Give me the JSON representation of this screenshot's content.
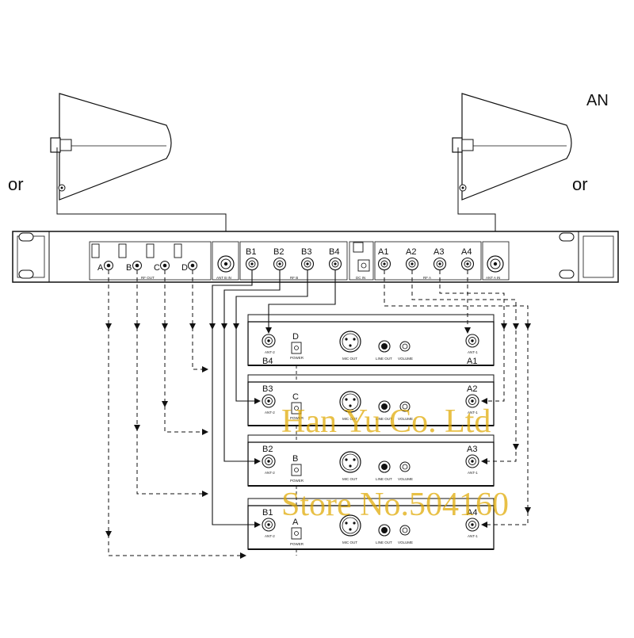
{
  "annotations": {
    "or_left": "or",
    "or_right": "or",
    "ant_cutoff": "AN"
  },
  "rack": {
    "rf_out_ports": [
      {
        "label": "A"
      },
      {
        "label": "B"
      },
      {
        "label": "C"
      },
      {
        "label": "D"
      }
    ],
    "rf_out_caption": "RF OUT",
    "ant_b_in_caption": "ANT B IN",
    "b_ports": [
      {
        "label": "B1"
      },
      {
        "label": "B2"
      },
      {
        "label": "B3"
      },
      {
        "label": "B4"
      }
    ],
    "b_caption": "RF B",
    "dc_in_caption": "DC IN",
    "a_ports": [
      {
        "label": "A1"
      },
      {
        "label": "A2"
      },
      {
        "label": "A3"
      },
      {
        "label": "A4"
      }
    ],
    "a_caption": "RF A",
    "ant_a_in_caption": "ANT A IN"
  },
  "receivers": [
    {
      "left_port": "B4",
      "channel": "D",
      "right_port": "A1"
    },
    {
      "left_port": "B3",
      "channel": "C",
      "right_port": "A2"
    },
    {
      "left_port": "B2",
      "channel": "B",
      "right_port": "A3"
    },
    {
      "left_port": "B1",
      "channel": "A",
      "right_port": "A4"
    }
  ],
  "receiver_captions": {
    "ant2": "ANT-2",
    "ant1": "ANT-1",
    "power": "POWER",
    "mic_out": "MIC OUT",
    "line_out": "LINE OUT",
    "volume": "VOLUME"
  },
  "watermark": {
    "line1": "Han Yu Co. Ltd",
    "line2": "Store No.504160"
  },
  "colors": {
    "line": "#111111",
    "watermark": "#e0a800"
  }
}
